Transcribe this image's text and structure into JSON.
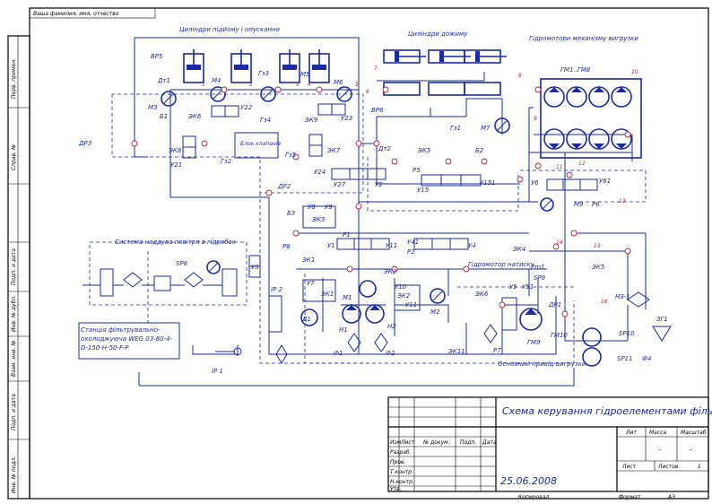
{
  "stamp_top": "Ваша фамилия, имя, отчество",
  "side_labels": [
    "Перв. примен.",
    "Справ. №",
    "Подп. и дата",
    "Инв. № дубл.",
    "Взам. инв. №",
    "Подп. и дата",
    "Инв. № подл."
  ],
  "drawing_title": "Схема керування гідроелементами фільтр-пресу",
  "date": "25.06.2008",
  "title_block": {
    "rows": [
      "Изм",
      "Лист",
      "№ докум.",
      "Подп.",
      "Дата"
    ],
    "roles": [
      "Разраб.",
      "Пров.",
      "Т.контр.",
      "",
      "Н.контр.",
      "Утв."
    ],
    "lit": "Лит",
    "mass": "Масса",
    "scale": "Масштаб",
    "dash1": "–",
    "dash2": "–",
    "sheet": "Лист",
    "sheets": "Листов",
    "sheets_val": "1",
    "copied": "Копировал",
    "format": "Формат",
    "format_val": "А3"
  },
  "groups": {
    "lift_cylinders": "Циліндри підйому і опускання",
    "clamp_cylinders": "Циліндри дожиму",
    "motors": "Гідромотори механізму вигрузки",
    "air_system": "Система наддува повітря в гідробак",
    "station": "Станція фільтрувально-охолоджуюча WEG 03-80-4-D-150-H-50-F-P",
    "pump": "Гідромотор натиску",
    "drive": "Основний привід вигрузки"
  },
  "labels": {
    "BP5": "BP5",
    "Dt1": "Дт1",
    "Dt2": "Дт2",
    "BP6": "BP6",
    "M3": "M3",
    "M4": "M4",
    "M5": "M5",
    "M6": "M6",
    "M7": "M7",
    "M9": "M9",
    "M1": "M1",
    "M2": "M2",
    "B1": "Б1",
    "B2": "Б2",
    "B3": "Б3",
    "DR3": "ДР3",
    "DR2": "ДР2",
    "DR1": "ДР1",
    "EK8": "ЭК8",
    "EK6": "ЭК6",
    "EK9": "ЭК9",
    "EK7": "ЭК7",
    "EK5": "ЭК5",
    "EK3": "ЭК3",
    "EK4": "ЭК4",
    "EK1": "ЭК1",
    "EK2": "ЭК2",
    "EK6b": "ЭК6",
    "EK11": "ЭК11",
    "EK1b": "ЭК1",
    "EK2b": "ЭК2",
    "EK5b": "ЭК5",
    "Y21": "У21",
    "Y22": "У22",
    "Y23": "У23",
    "Y24": "У24",
    "Y27": "У27",
    "Y2": "У2",
    "Y15": "У15",
    "Y151": "У151",
    "Y6": "У6",
    "Y61": "У61",
    "Y8": "У8",
    "Y9": "У9",
    "Y1": "У1",
    "Y11": "У11",
    "Y41": "У41",
    "Y4": "У4",
    "Y3": "У3",
    "Y7": "У7",
    "Y10": "У10",
    "Y11b": "У11",
    "Y5": "У5",
    "Y51": "У51",
    "Gz1": "Гз1",
    "Gz2": "Гз2",
    "Gz3": "Гз3",
    "Gz4": "Гз4",
    "Gz5": "Гз5",
    "P1": "P1",
    "P2": "P2",
    "P5": "P5",
    "P6": "P6",
    "P7": "P7",
    "P8": "P8",
    "SP8": "SP8",
    "SP9": "SP9",
    "SP10": "SP10",
    "SP11": "SP11",
    "GM1GM8": "ГМ1..ГМ8",
    "GM9": "ГМ9",
    "GM10": "ГМ10",
    "Pm1": "Рm1",
    "H1": "H1",
    "H2": "H2",
    "D1": "Д1",
    "F1": "Ф1",
    "F2": "Ф2",
    "F4": "Ф4",
    "ZG1": "ЗГ1",
    "NS1": "НЗ-1",
    "IR1": "ІР 1",
    "IR2": "ІР 2",
    "block": "Блок клапанів",
    "n1": "1",
    "n2": "2",
    "n3": "3",
    "n4": "4",
    "n5": "5",
    "n6": "6",
    "n7": "7",
    "n8": "8",
    "n9": "9",
    "n10": "10",
    "n11": "11",
    "n12": "12",
    "n13": "13",
    "n14": "14",
    "n15": "15",
    "n16": "16"
  }
}
